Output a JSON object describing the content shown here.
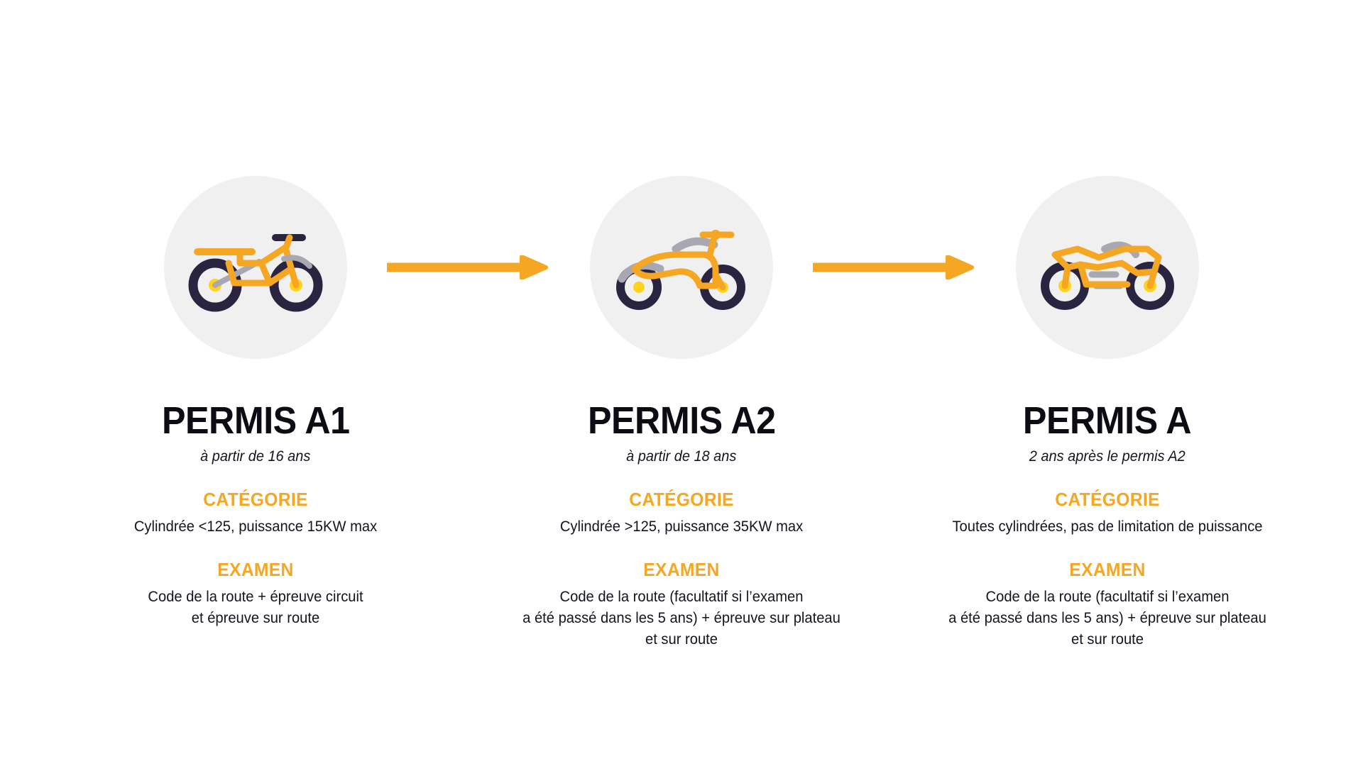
{
  "theme": {
    "accent": "#F5A623",
    "accent_wheel": "#FFD21E",
    "dark": "#2A2440",
    "grey": "#A8A8B3",
    "circle_bg": "#F0F0F0",
    "text": "#16131F"
  },
  "columns": [
    {
      "icon": "dirt-bike-icon",
      "title": "PERMIS A1",
      "subtitle": "à partir de 16 ans",
      "categorie_label": "CATÉGORIE",
      "categorie_text": "Cylindrée <125, puissance 15KW max",
      "examen_label": "EXAMEN",
      "examen_text": "Code de la route + épreuve circuit\net épreuve sur route"
    },
    {
      "icon": "scooter-icon",
      "title": "PERMIS A2",
      "subtitle": "à partir de 18 ans",
      "categorie_label": "CATÉGORIE",
      "categorie_text": "Cylindrée >125, puissance 35KW max",
      "examen_label": "EXAMEN",
      "examen_text": "Code de la route (facultatif si l’examen\na été passé dans les 5 ans) + épreuve sur plateau\net sur route"
    },
    {
      "icon": "sport-bike-icon",
      "title": "PERMIS A",
      "subtitle": "2 ans après le permis A2",
      "categorie_label": "CATÉGORIE",
      "categorie_text": "Toutes cylindrées, pas de limitation de puissance",
      "examen_label": "EXAMEN",
      "examen_text": "Code de la route (facultatif si l’examen\na été passé dans les 5 ans) + épreuve sur plateau\net sur route"
    }
  ],
  "arrows": [
    {
      "name": "arrow-a1-to-a2"
    },
    {
      "name": "arrow-a2-to-a"
    }
  ]
}
